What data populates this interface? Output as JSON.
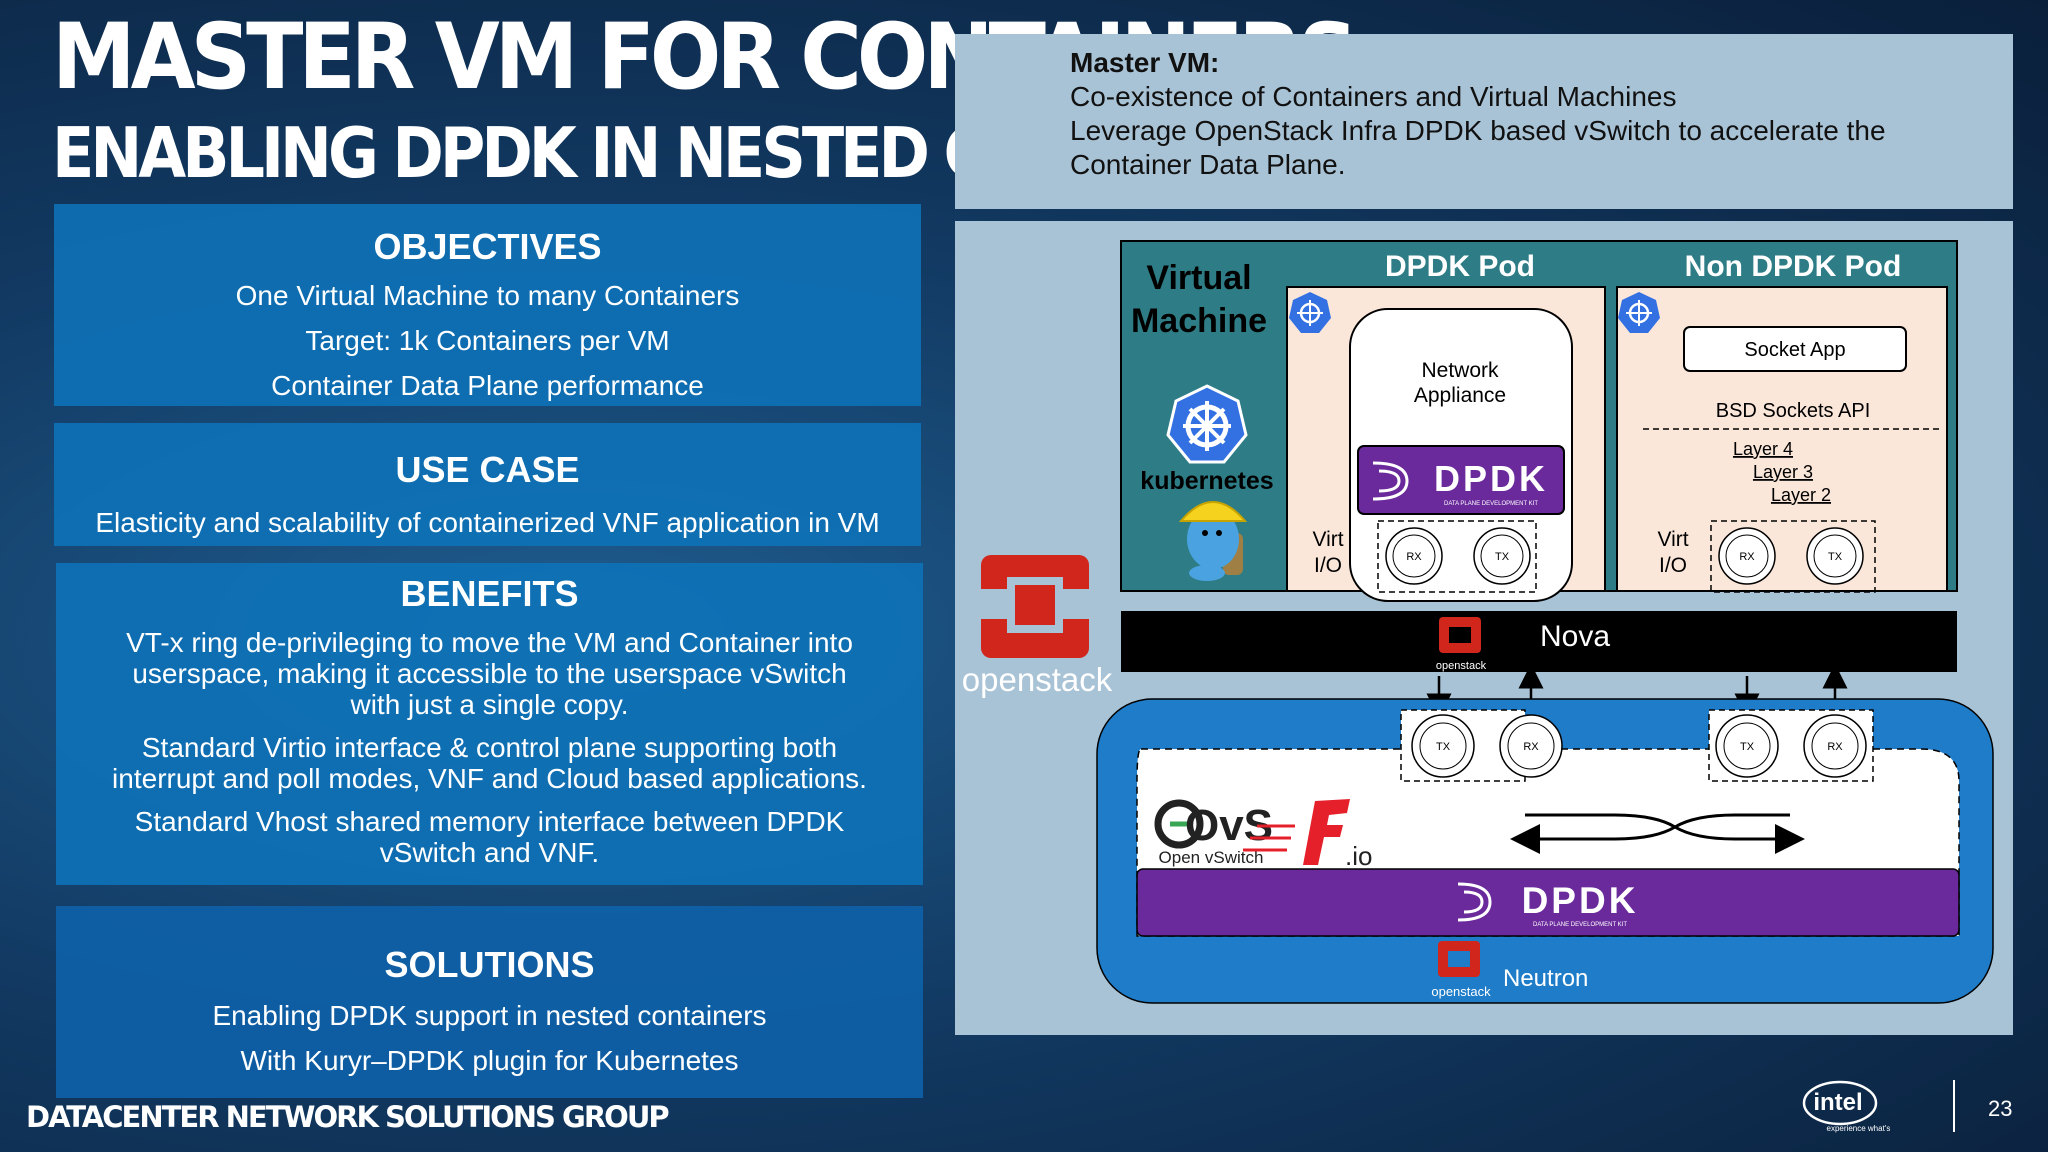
{
  "header": {
    "title": "MASTER VM FOR CONTAINERS",
    "subtitle": "ENABLING DPDK IN NESTED CONTAINERS"
  },
  "panels": {
    "objectives": {
      "title": "OBJECTIVES",
      "items": [
        "One Virtual Machine to many Containers",
        "Target: 1k Containers per VM",
        "Container Data Plane performance"
      ]
    },
    "use_case": {
      "title": "USE CASE",
      "items": [
        "Elasticity and scalability of containerized VNF application  in VM"
      ]
    },
    "benefits": {
      "title": "BENEFITS",
      "items": [
        "VT-x ring de-privileging to move the VM and Container into userspace, making it accessible to the userspace vSwitch with just a single copy.",
        "Standard Virtio interface & control plane supporting both interrupt and poll modes, VNF and Cloud based applications.",
        "Standard Vhost shared memory interface between DPDK vSwitch and VNF."
      ]
    },
    "solutions": {
      "title": "SOLUTIONS",
      "items": [
        "Enabling DPDK support in nested containers",
        "With Kuryr–DPDK plugin for Kubernetes"
      ]
    }
  },
  "master_vm": {
    "heading": "Master VM:",
    "lines": [
      "Co-existence of Containers and Virtual Machines",
      "Leverage OpenStack Infra DPDK based vSwitch to accelerate the",
      "Container Data Plane."
    ]
  },
  "diagram": {
    "vm_label_1": "Virtual",
    "vm_label_2": "Machine",
    "kubernetes": "kubernetes",
    "dpdk_pod": "DPDK Pod",
    "non_dpdk_pod": "Non DPDK Pod",
    "network_appliance_1": "Network",
    "network_appliance_2": "Appliance",
    "dpdk": "DPDK",
    "dpdk_sub": "DATA PLANE DEVELOPMENT KIT",
    "virt": "Virt",
    "io": "I/O",
    "rx": "RX",
    "tx": "TX",
    "socket_app": "Socket App",
    "bsd_sockets": "BSD Sockets API",
    "layer4": "Layer 4",
    "layer3": "Layer 3",
    "layer2": "Layer 2",
    "nova": "Nova",
    "neutron": "Neutron",
    "openstack": "openstack",
    "ovs": "OvS",
    "ovs_sub": "Open vSwitch",
    "fdio": ".io"
  },
  "colors": {
    "panel": "#0e73b9",
    "diagram_bg": "#a9c3d6",
    "vm_teal": "#2e7d86",
    "pod_bg": "#fbe7da",
    "dpdk_purple": "#6a2a9c",
    "openstack_red": "#d0261c",
    "neutron_blue": "#1e7cc8"
  },
  "footer": {
    "group": "DATACENTER NETWORK SOLUTIONS GROUP",
    "page": "23",
    "intel": "intel",
    "intel_tag": "experience what's inside"
  }
}
